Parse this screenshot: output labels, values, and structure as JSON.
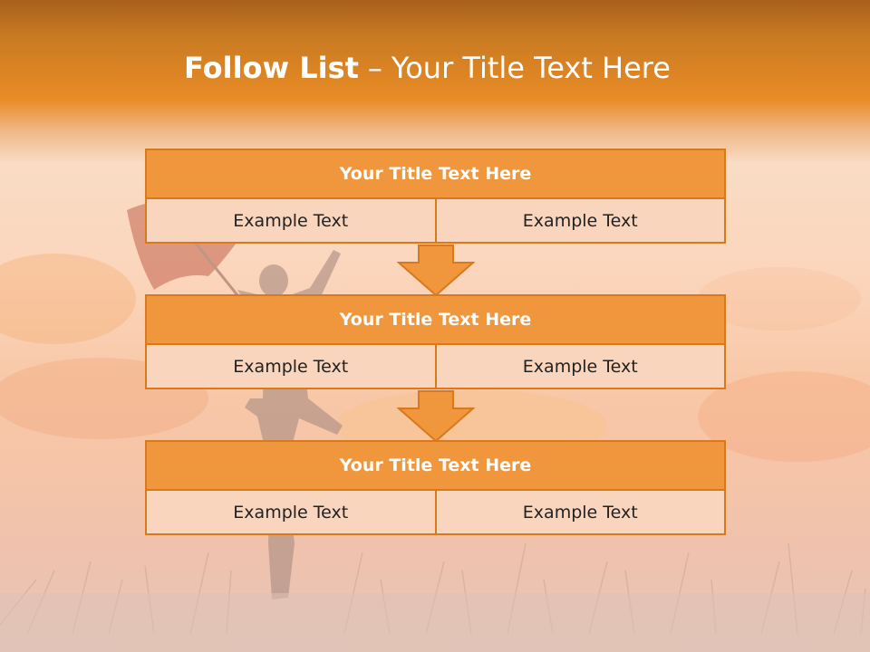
{
  "slide": {
    "title_bold": "Follow List",
    "title_dash": "–",
    "title_rest": "Your Title Text Here"
  },
  "blocks": [
    {
      "header": "Your Title Text Here",
      "cells": [
        "Example Text",
        "Example Text"
      ]
    },
    {
      "header": "Your Title Text Here",
      "cells": [
        "Example Text",
        "Example Text"
      ]
    },
    {
      "header": "Your Title Text Here",
      "cells": [
        "Example Text",
        "Example Text"
      ]
    }
  ],
  "colors": {
    "header_fill": "#f0963c",
    "border": "#d9791e",
    "cell_fill": "#f9d5be",
    "title_band": "#e98c26"
  }
}
